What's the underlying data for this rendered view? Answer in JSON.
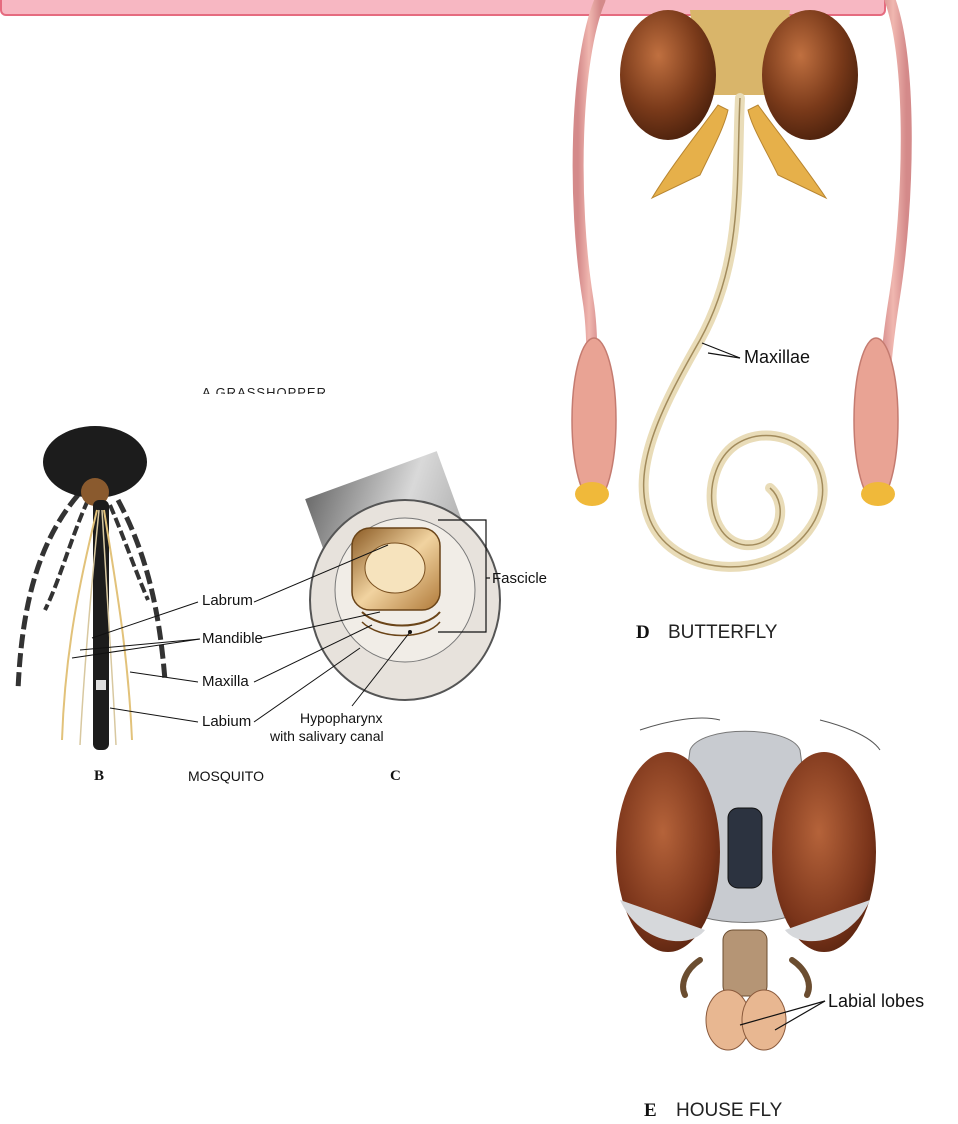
{
  "figures": {
    "grasshopper": {
      "caption": "A GRASSHOPPER"
    },
    "mosquito": {
      "letter_b": "B",
      "letter_c": "C",
      "caption": "MOSQUITO",
      "labels": {
        "labrum": "Labrum",
        "mandible": "Mandible",
        "maxilla": "Maxilla",
        "labium": "Labium",
        "fascicle": "Fascicle",
        "hypopharynx_line1": "Hypopharynx",
        "hypopharynx_line2": "with salivary canal"
      }
    },
    "butterfly": {
      "letter": "D",
      "caption": "BUTTERFLY",
      "labels": {
        "maxillae": "Maxillae"
      }
    },
    "housefly": {
      "letter": "E",
      "caption": "HOUSE FLY",
      "labels": {
        "labial_lobes": "Labial lobes"
      }
    }
  },
  "colors": {
    "banner": "#f7b7c2",
    "banner_border": "#e56b7f",
    "eye_brown": "#7a3a1a",
    "antenna_pink": "#e7a3a0",
    "proboscis": "#e9dcb8",
    "mosquito_black": "#1c1c1c"
  }
}
